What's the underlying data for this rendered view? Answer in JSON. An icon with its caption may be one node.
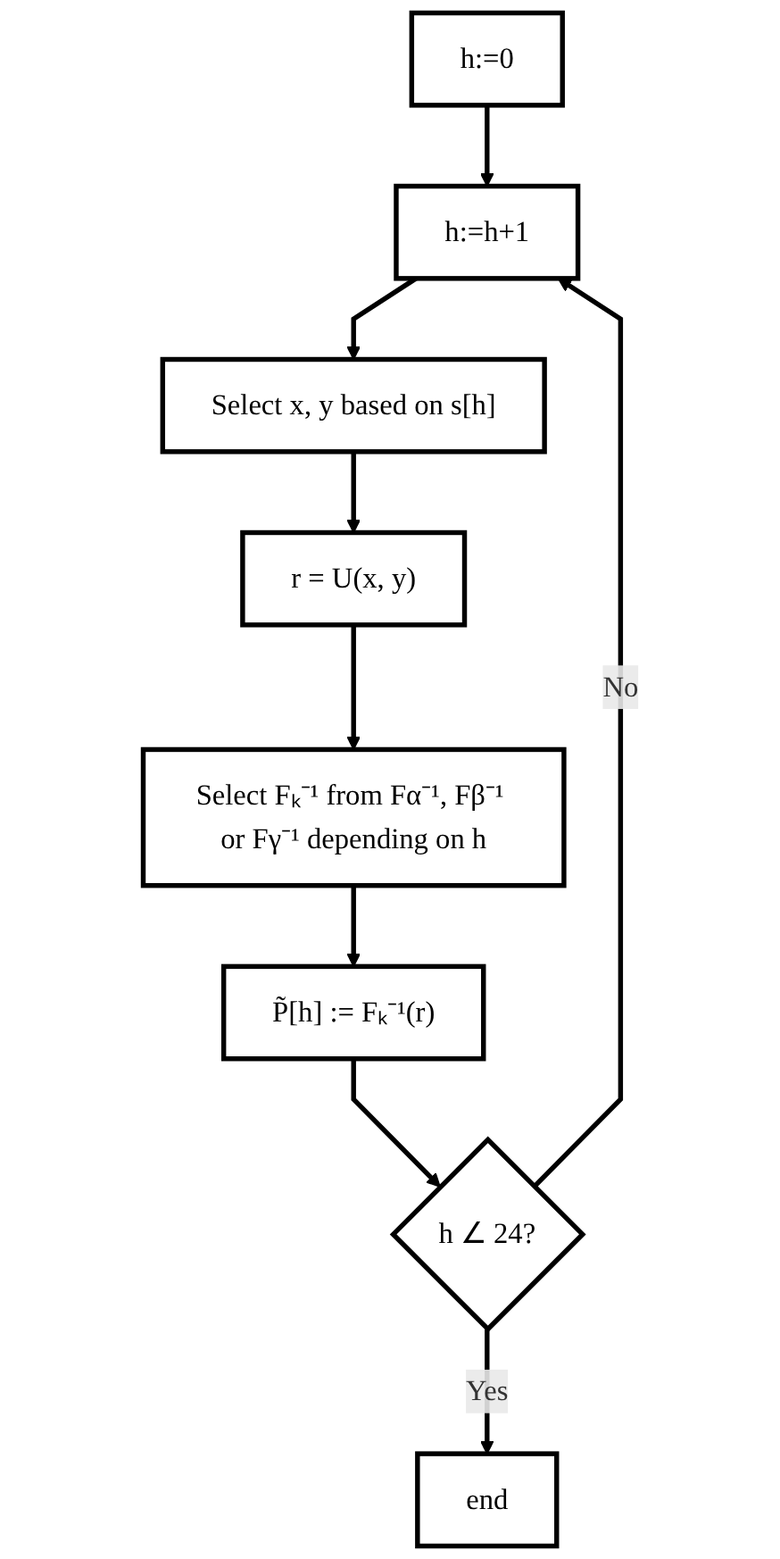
{
  "diagram": {
    "nodes": [
      {
        "text": [
          "h:=0"
        ]
      },
      {
        "text": [
          "h:=h+1"
        ]
      },
      {
        "text": [
          "Select x, y based on s[h]"
        ]
      },
      {
        "text": [
          "r = U(x, y)"
        ]
      },
      {
        "text": [
          "Select Fₖ⁻¹ from Fα⁻¹, Fβ⁻¹ or Fγ⁻¹ depending on h"
        ]
      },
      {
        "text": [
          "P̃[h] := Fₖ⁻¹(r)"
        ]
      },
      {
        "text": [
          "h ∠ 24?"
        ]
      },
      {
        "text": [
          "end"
        ]
      }
    ],
    "edges": [
      {
        "from": 0,
        "to": 1,
        "arrow": "to"
      },
      {
        "from": 1,
        "to": 2,
        "arrow": "to"
      },
      {
        "from": 2,
        "to": 3,
        "arrow": "to"
      },
      {
        "from": 3,
        "to": 4,
        "arrow": "to"
      },
      {
        "from": 4,
        "to": 5,
        "arrow": "to"
      },
      {
        "from": 5,
        "to": 6,
        "arrow": "to"
      },
      {
        "from": 6,
        "to": 1,
        "arrow": "to",
        "label": "No"
      },
      {
        "from": 6,
        "to": 7,
        "arrow": "to",
        "label": "Yes"
      }
    ]
  }
}
